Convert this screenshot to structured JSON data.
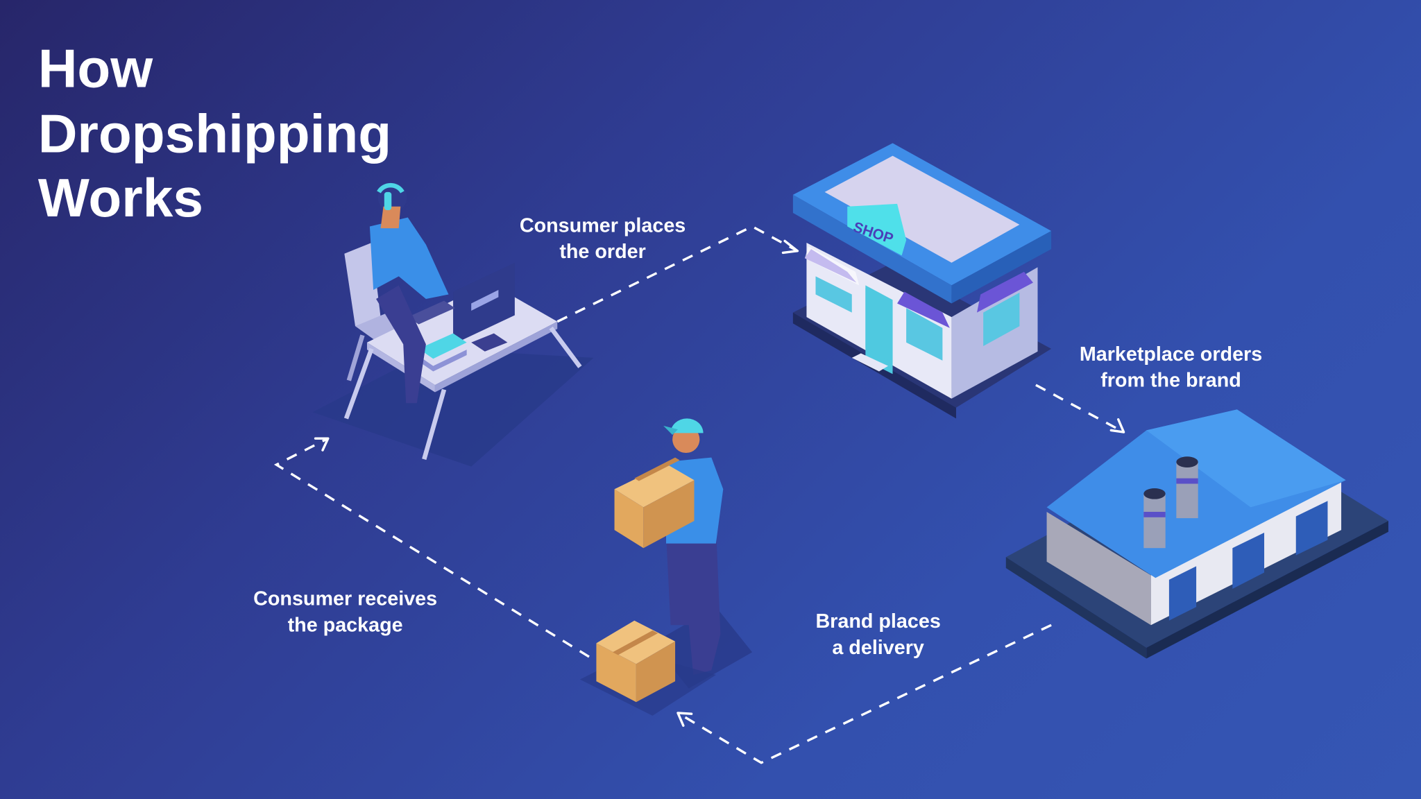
{
  "title": {
    "line1": "How",
    "line2": "Dropshipping",
    "line3": "Works"
  },
  "steps": [
    {
      "line1": "Consumer places",
      "line2": "the order"
    },
    {
      "line1": "Marketplace orders",
      "line2": "from the brand"
    },
    {
      "line1": "Brand places",
      "line2": "a delivery"
    },
    {
      "line1": "Consumer receives",
      "line2": "the package"
    }
  ],
  "shop_sign": "SHOP",
  "colors": {
    "background_dark": "#27266a",
    "background_light": "#3556b4",
    "accent_blue": "#3f8de8",
    "box": "#e2b36e"
  }
}
